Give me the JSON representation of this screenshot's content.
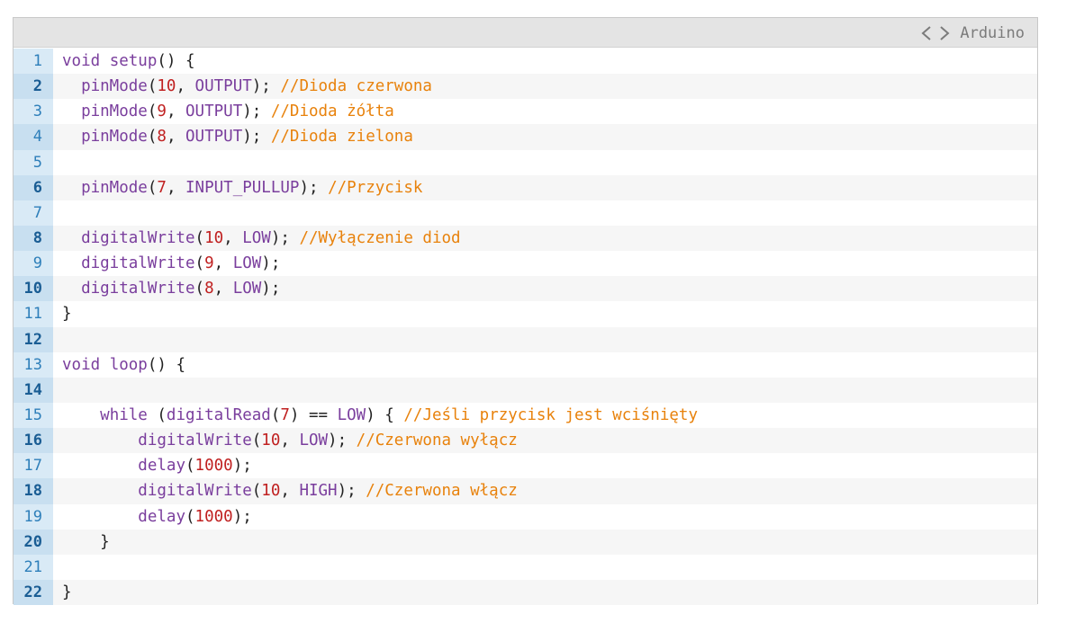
{
  "header": {
    "language": "Arduino",
    "icon": "code-brackets-icon"
  },
  "colors": {
    "keyword": "#7a3e9d",
    "number": "#c02020",
    "comment": "#e8820c",
    "line_number": "#2e7fba",
    "gutter": "#d9eaf6",
    "toolbar": "#e4e4e4"
  },
  "lines": [
    {
      "n": "1",
      "tokens": [
        [
          "kw",
          "void"
        ],
        [
          "op",
          " "
        ],
        [
          "fn",
          "setup"
        ],
        [
          "op",
          "() {"
        ]
      ]
    },
    {
      "n": "2",
      "tokens": [
        [
          "op",
          "  "
        ],
        [
          "fn",
          "pinMode"
        ],
        [
          "op",
          "("
        ],
        [
          "num",
          "10"
        ],
        [
          "op",
          ", "
        ],
        [
          "cst",
          "OUTPUT"
        ],
        [
          "op",
          "); "
        ],
        [
          "cmt",
          "//Dioda czerwona"
        ]
      ]
    },
    {
      "n": "3",
      "tokens": [
        [
          "op",
          "  "
        ],
        [
          "fn",
          "pinMode"
        ],
        [
          "op",
          "("
        ],
        [
          "num",
          "9"
        ],
        [
          "op",
          ", "
        ],
        [
          "cst",
          "OUTPUT"
        ],
        [
          "op",
          "); "
        ],
        [
          "cmt",
          "//Dioda żółta"
        ]
      ]
    },
    {
      "n": "4",
      "tokens": [
        [
          "op",
          "  "
        ],
        [
          "fn",
          "pinMode"
        ],
        [
          "op",
          "("
        ],
        [
          "num",
          "8"
        ],
        [
          "op",
          ", "
        ],
        [
          "cst",
          "OUTPUT"
        ],
        [
          "op",
          "); "
        ],
        [
          "cmt",
          "//Dioda zielona"
        ]
      ]
    },
    {
      "n": "5",
      "tokens": []
    },
    {
      "n": "6",
      "tokens": [
        [
          "op",
          "  "
        ],
        [
          "fn",
          "pinMode"
        ],
        [
          "op",
          "("
        ],
        [
          "num",
          "7"
        ],
        [
          "op",
          ", "
        ],
        [
          "cst",
          "INPUT_PULLUP"
        ],
        [
          "op",
          "); "
        ],
        [
          "cmt",
          "//Przycisk"
        ]
      ]
    },
    {
      "n": "7",
      "tokens": []
    },
    {
      "n": "8",
      "tokens": [
        [
          "op",
          "  "
        ],
        [
          "fn",
          "digitalWrite"
        ],
        [
          "op",
          "("
        ],
        [
          "num",
          "10"
        ],
        [
          "op",
          ", "
        ],
        [
          "cst",
          "LOW"
        ],
        [
          "op",
          "); "
        ],
        [
          "cmt",
          "//Wyłączenie diod"
        ]
      ]
    },
    {
      "n": "9",
      "tokens": [
        [
          "op",
          "  "
        ],
        [
          "fn",
          "digitalWrite"
        ],
        [
          "op",
          "("
        ],
        [
          "num",
          "9"
        ],
        [
          "op",
          ", "
        ],
        [
          "cst",
          "LOW"
        ],
        [
          "op",
          ");"
        ]
      ]
    },
    {
      "n": "10",
      "tokens": [
        [
          "op",
          "  "
        ],
        [
          "fn",
          "digitalWrite"
        ],
        [
          "op",
          "("
        ],
        [
          "num",
          "8"
        ],
        [
          "op",
          ", "
        ],
        [
          "cst",
          "LOW"
        ],
        [
          "op",
          ");"
        ]
      ]
    },
    {
      "n": "11",
      "tokens": [
        [
          "op",
          "}"
        ]
      ]
    },
    {
      "n": "12",
      "tokens": []
    },
    {
      "n": "13",
      "tokens": [
        [
          "kw",
          "void"
        ],
        [
          "op",
          " "
        ],
        [
          "fn",
          "loop"
        ],
        [
          "op",
          "() {"
        ]
      ]
    },
    {
      "n": "14",
      "tokens": []
    },
    {
      "n": "15",
      "tokens": [
        [
          "op",
          "    "
        ],
        [
          "kw",
          "while"
        ],
        [
          "op",
          " ("
        ],
        [
          "fn",
          "digitalRead"
        ],
        [
          "op",
          "("
        ],
        [
          "num",
          "7"
        ],
        [
          "op",
          ") == "
        ],
        [
          "cst",
          "LOW"
        ],
        [
          "op",
          ") { "
        ],
        [
          "cmt",
          "//Jeśli przycisk jest wciśnięty"
        ]
      ]
    },
    {
      "n": "16",
      "tokens": [
        [
          "op",
          "        "
        ],
        [
          "fn",
          "digitalWrite"
        ],
        [
          "op",
          "("
        ],
        [
          "num",
          "10"
        ],
        [
          "op",
          ", "
        ],
        [
          "cst",
          "LOW"
        ],
        [
          "op",
          "); "
        ],
        [
          "cmt",
          "//Czerwona wyłącz"
        ]
      ]
    },
    {
      "n": "17",
      "tokens": [
        [
          "op",
          "        "
        ],
        [
          "fn",
          "delay"
        ],
        [
          "op",
          "("
        ],
        [
          "num",
          "1000"
        ],
        [
          "op",
          ");"
        ]
      ]
    },
    {
      "n": "18",
      "tokens": [
        [
          "op",
          "        "
        ],
        [
          "fn",
          "digitalWrite"
        ],
        [
          "op",
          "("
        ],
        [
          "num",
          "10"
        ],
        [
          "op",
          ", "
        ],
        [
          "cst",
          "HIGH"
        ],
        [
          "op",
          "); "
        ],
        [
          "cmt",
          "//Czerwona włącz"
        ]
      ]
    },
    {
      "n": "19",
      "tokens": [
        [
          "op",
          "        "
        ],
        [
          "fn",
          "delay"
        ],
        [
          "op",
          "("
        ],
        [
          "num",
          "1000"
        ],
        [
          "op",
          ");"
        ]
      ]
    },
    {
      "n": "20",
      "tokens": [
        [
          "op",
          "    }"
        ]
      ]
    },
    {
      "n": "21",
      "tokens": []
    },
    {
      "n": "22",
      "tokens": [
        [
          "op",
          "}"
        ]
      ]
    }
  ]
}
